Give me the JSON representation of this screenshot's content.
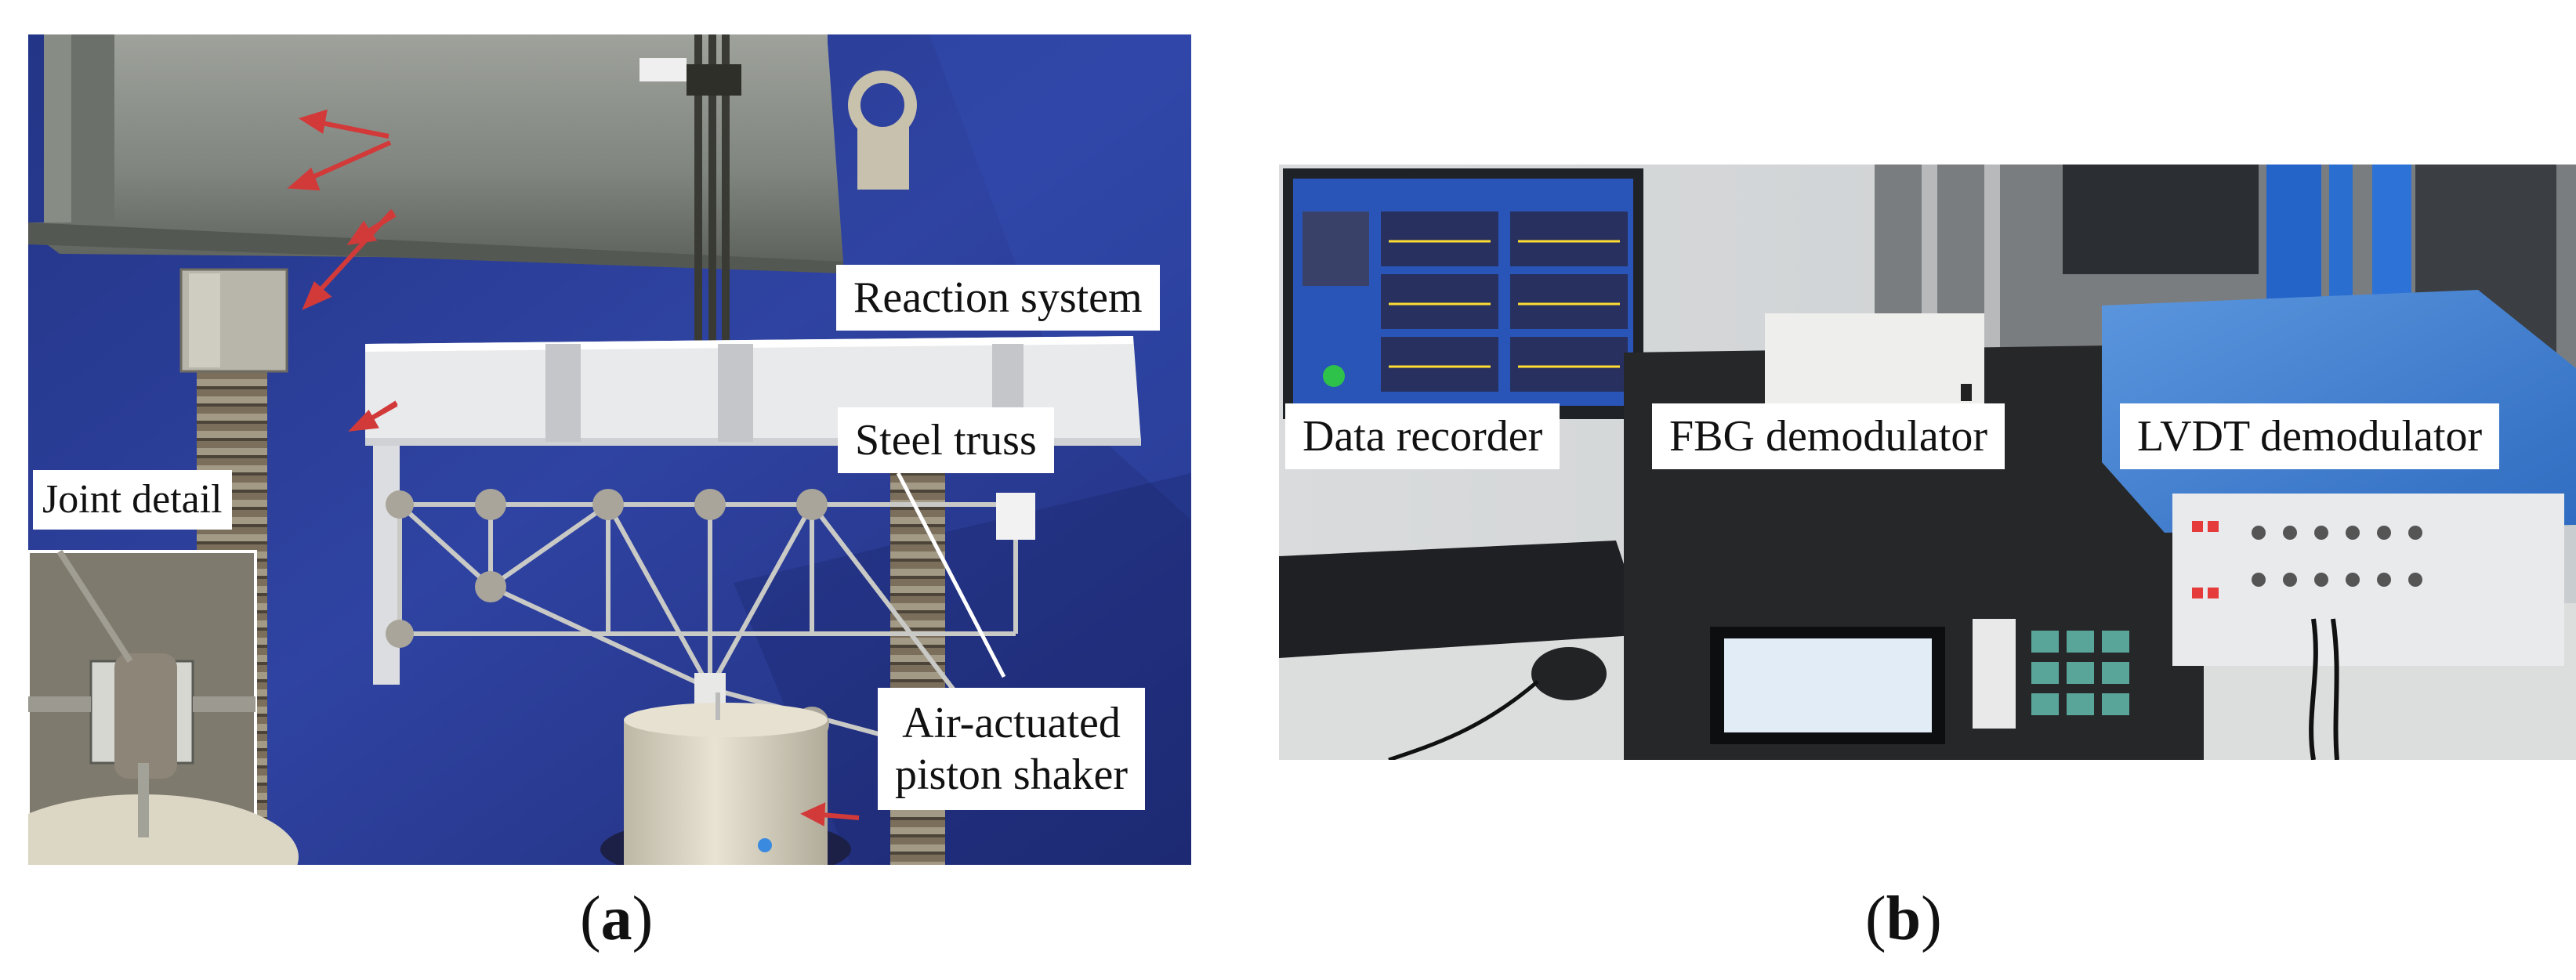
{
  "panel_a": {
    "callouts": {
      "reaction": "Reaction system",
      "truss": "Steel truss",
      "joint": "Joint detail",
      "shaker_line1": "Air-actuated",
      "shaker_line2": "piston shaker"
    },
    "caption_letter": "a"
  },
  "panel_b": {
    "callouts": {
      "recorder": "Data recorder",
      "fbg": "FBG demodulator",
      "lvdt": "LVDT demodulator"
    },
    "caption_letter": "b"
  },
  "colors": {
    "backdrop_blue": "#2c3f9a",
    "steel_grey": "#868b85",
    "arrow_red": "#d23a3a",
    "demodulator_blue": "#3c7fd0",
    "screen_blue": "#2a55b8",
    "white": "#ffffff"
  },
  "icons": [
    "red-arrow-icon"
  ]
}
